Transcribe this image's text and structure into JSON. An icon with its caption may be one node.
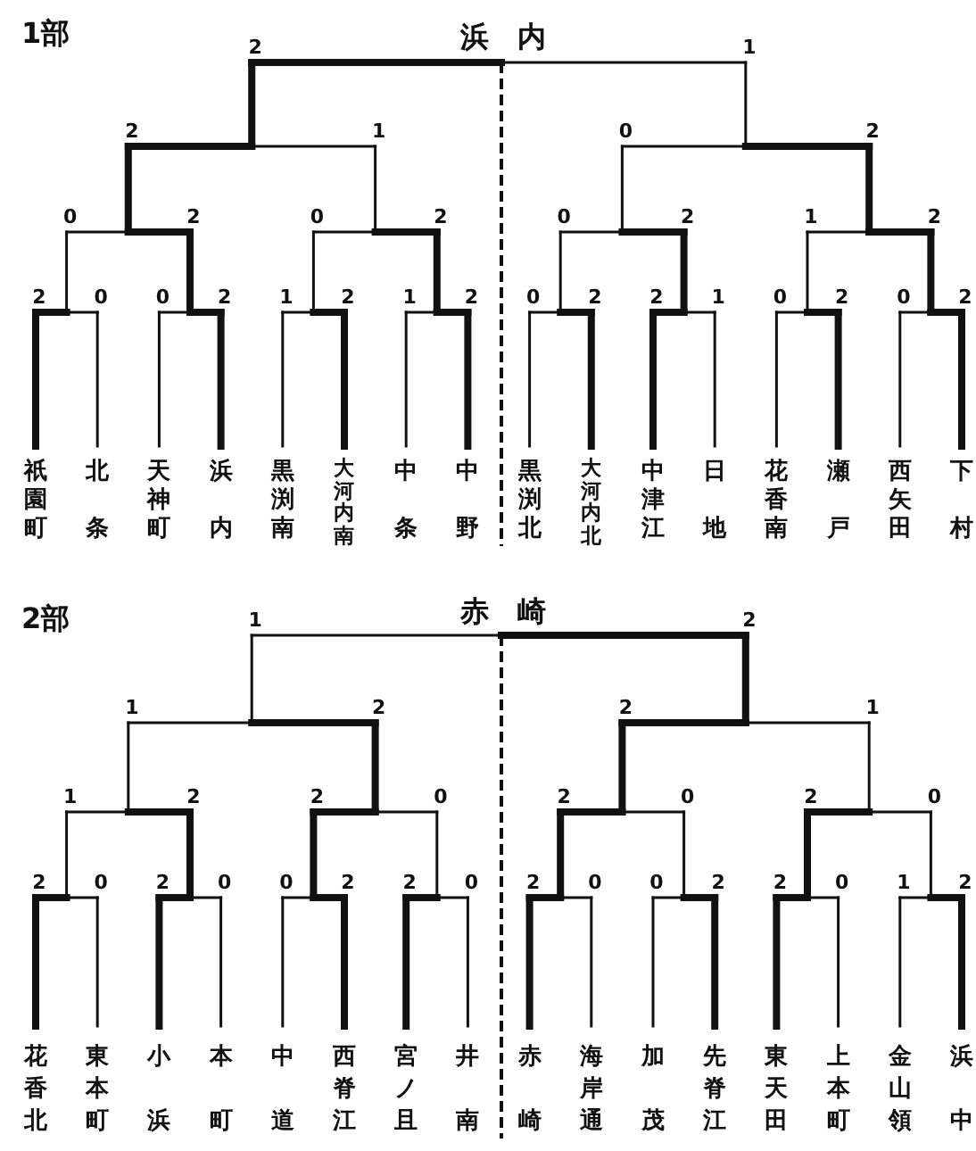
{
  "diagram": {
    "nodes": [
      {
        "text": [
          "浜内"
        ]
      },
      {
        "text": [
          "祇園町"
        ]
      },
      {
        "text": [
          "北条"
        ]
      },
      {
        "text": [
          "天神町"
        ]
      },
      {
        "text": [
          "浜内"
        ]
      },
      {
        "text": [
          "黒渕南"
        ]
      },
      {
        "text": [
          "大河内南"
        ]
      },
      {
        "text": [
          "中条"
        ]
      },
      {
        "text": [
          "中野"
        ]
      },
      {
        "text": [
          "黒渕北"
        ]
      },
      {
        "text": [
          "大河内北"
        ]
      },
      {
        "text": [
          "中津江"
        ]
      },
      {
        "text": [
          "日地"
        ]
      },
      {
        "text": [
          "花香南"
        ]
      },
      {
        "text": [
          "瀬戸"
        ]
      },
      {
        "text": [
          "西矢田"
        ]
      },
      {
        "text": [
          "下村"
        ]
      },
      {
        "text": [
          "赤崎"
        ]
      },
      {
        "text": [
          "花香北"
        ]
      },
      {
        "text": [
          "東本町"
        ]
      },
      {
        "text": [
          "小浜"
        ]
      },
      {
        "text": [
          "本町"
        ]
      },
      {
        "text": [
          "中道"
        ]
      },
      {
        "text": [
          "西脊江"
        ]
      },
      {
        "text": [
          "宮ノ且"
        ]
      },
      {
        "text": [
          "井南"
        ]
      },
      {
        "text": [
          "赤崎"
        ]
      },
      {
        "text": [
          "海岸通"
        ]
      },
      {
        "text": [
          "加茂"
        ]
      },
      {
        "text": [
          "先脊江"
        ]
      },
      {
        "text": [
          "東天田"
        ]
      },
      {
        "text": [
          "上本町"
        ]
      },
      {
        "text": [
          "金山領"
        ]
      },
      {
        "text": [
          "浜中"
        ]
      }
    ],
    "labels": [
      "1部",
      "2",
      "1",
      "2",
      "1",
      "0",
      "2",
      "0",
      "2",
      "0",
      "2",
      "0",
      "2",
      "1",
      "2",
      "2",
      "0",
      "0",
      "2",
      "1",
      "2",
      "1",
      "2",
      "0",
      "2",
      "2",
      "1",
      "0",
      "2",
      "0",
      "2",
      "2部",
      "1",
      "2",
      "1",
      "2",
      "2",
      "1",
      "1",
      "2",
      "2",
      "0",
      "2",
      "0",
      "2",
      "0",
      "2",
      "0",
      "2",
      "0",
      "0",
      "2",
      "2",
      "0",
      "2",
      "0",
      "0",
      "2",
      "2",
      "0",
      "1",
      "2"
    ]
  }
}
